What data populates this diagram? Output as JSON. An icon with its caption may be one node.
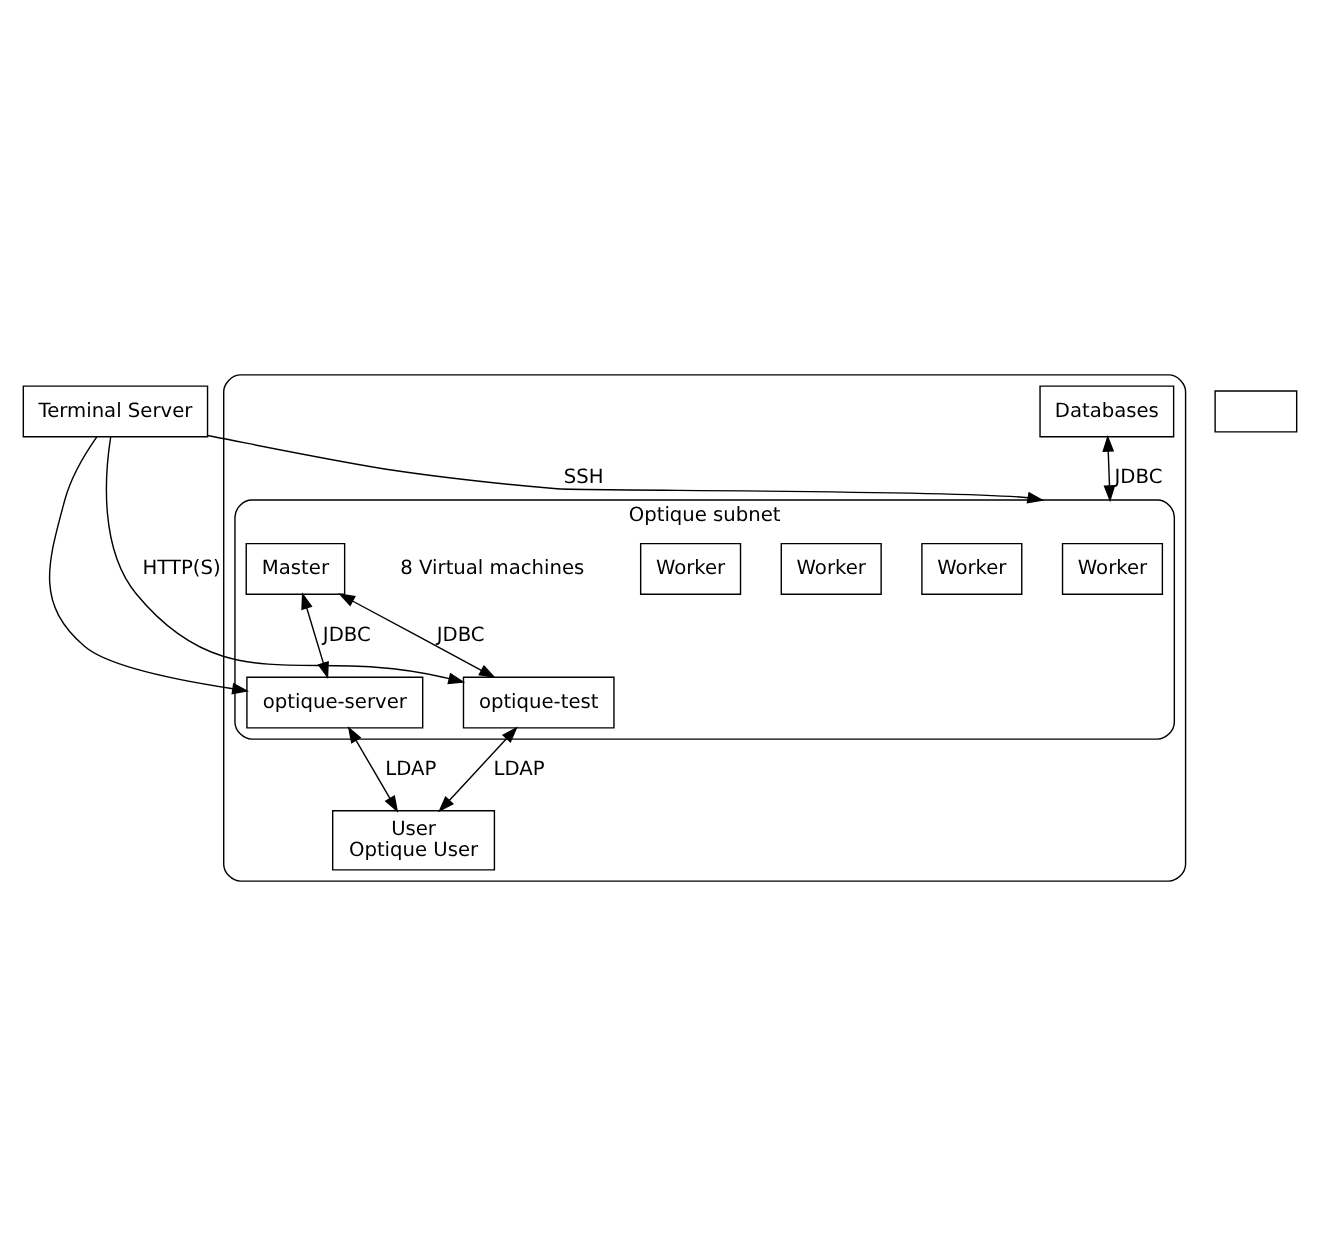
{
  "diagram": {
    "nodes": [
      {
        "text": [],
        "shape": "ellipse"
      },
      {
        "text": [
          "Optique subnet"
        ],
        "in": 0
      },
      {
        "text": [
          "Worker"
        ],
        "in": 1
      },
      {
        "text": [
          "Worker"
        ],
        "in": 1
      },
      {
        "text": [
          "Worker"
        ],
        "in": 1
      },
      {
        "text": [
          "Worker"
        ],
        "in": 1
      },
      {
        "text": [
          "Master"
        ],
        "in": 1,
        "beside": [
          "8 Virtual machines"
        ]
      },
      {
        "text": [
          "Databases"
        ],
        "in": 0
      },
      {
        "text": [
          "optique-server"
        ],
        "in": 1
      },
      {
        "text": [
          "optique-test"
        ],
        "in": 1
      },
      {
        "text": [
          "User",
          "Optique User"
        ],
        "in": 0
      },
      {
        "text": [
          "Terminal Server"
        ]
      },
      {
        "text": [],
        "shape": "box"
      }
    ],
    "edges": [
      {
        "from": 6,
        "to": 8,
        "arrow": "both",
        "label": "JDBC"
      },
      {
        "from": 6,
        "to": 9,
        "arrow": "both",
        "label": "JDBC"
      },
      {
        "from": 7,
        "to": 1,
        "arrow": "both",
        "label": "JDBC"
      },
      {
        "from": 8,
        "to": 10,
        "arrow": "both",
        "label": "LDAP"
      },
      {
        "from": 9,
        "to": 10,
        "arrow": "both",
        "label": "LDAP"
      },
      {
        "from": 11,
        "to": 1,
        "arrow": "to",
        "label": "SSH"
      },
      {
        "from": 11,
        "to": 8,
        "arrow": "to"
      },
      {
        "from": 11,
        "to": 9,
        "arrow": "to",
        "label": "HTTP(S)"
      }
    ]
  }
}
